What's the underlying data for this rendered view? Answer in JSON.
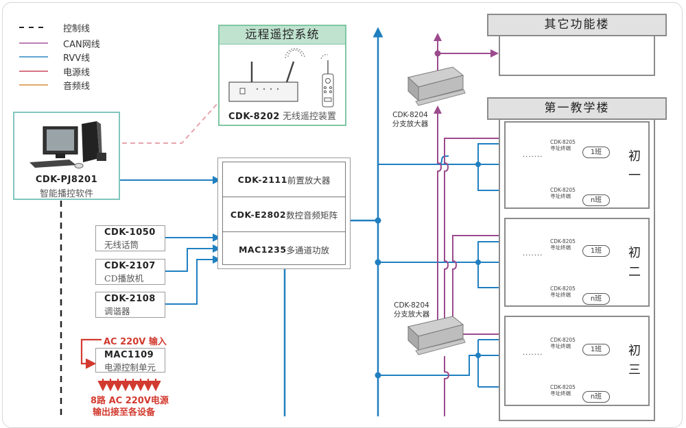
{
  "legend": [
    {
      "label": "控制线",
      "color": "#222222",
      "style": "dashed"
    },
    {
      "label": "CAN网线",
      "color": "#a7549b",
      "style": "solid"
    },
    {
      "label": "RVV线",
      "color": "#2a85c2",
      "style": "solid"
    },
    {
      "label": "电源线",
      "color": "#c8475b",
      "style": "solid"
    },
    {
      "label": "音频线",
      "color": "#d98b3a",
      "style": "solid"
    }
  ],
  "colors": {
    "rvv": "#1f7fc0",
    "can": "#9b4a8c",
    "control_dash": "#e6a3ad",
    "power_red": "#d23a2f",
    "remote_green": "#7fc6a3"
  },
  "remote_system": {
    "title": "远程遥控系统",
    "model": "CDK-8202",
    "desc": "无线遥控装置"
  },
  "pc": {
    "model": "CDK-PJ8201",
    "desc": "智能播控软件"
  },
  "matrix": [
    {
      "model": "CDK-2111",
      "desc": "前置放大器"
    },
    {
      "model": "CDK-E2802",
      "desc": "数控音频矩阵"
    },
    {
      "model": "MAC1235",
      "desc": "多通道功放"
    }
  ],
  "sources": [
    {
      "model": "CDK-1050",
      "desc": "无线话筒"
    },
    {
      "model": "CDK-2107",
      "desc": "CD播放机"
    },
    {
      "model": "CDK-2108",
      "desc": "调谐器"
    }
  ],
  "power_unit": {
    "input": "AC 220V 输入",
    "model": "MAC1109",
    "desc": "电源控制单元",
    "output_line1": "8路 AC 220V电源",
    "output_line2": "输出接至各设备"
  },
  "branch_amps": [
    {
      "model": "CDK-8204",
      "desc": "分支放大器"
    },
    {
      "model": "CDK-8204",
      "desc": "分支放大器"
    }
  ],
  "buildings": [
    {
      "title": "其它功能楼"
    },
    {
      "title": "第一教学楼"
    }
  ],
  "grades": [
    {
      "label_top": "初",
      "label_bottom": "一"
    },
    {
      "label_top": "初",
      "label_bottom": "二"
    },
    {
      "label_top": "初",
      "label_bottom": "三"
    }
  ],
  "terminal": {
    "model": "CDK-8205",
    "desc": "寻址终端"
  },
  "class_badges": {
    "first": "1班",
    "last": "n班"
  },
  "ellipsis": "·······"
}
